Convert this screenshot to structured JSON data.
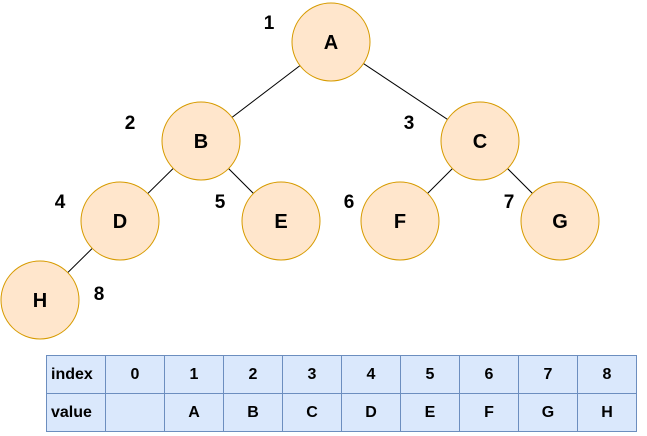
{
  "style": {
    "node_fill": "#ffe6cc",
    "node_stroke": "#d79b00",
    "table_fill": "#dae8fc",
    "table_stroke": "#6c8ebf"
  },
  "tree": {
    "nodes": [
      {
        "id": "A",
        "label": "A",
        "index": "1"
      },
      {
        "id": "B",
        "label": "B",
        "index": "2"
      },
      {
        "id": "C",
        "label": "C",
        "index": "3"
      },
      {
        "id": "D",
        "label": "D",
        "index": "4"
      },
      {
        "id": "E",
        "label": "E",
        "index": "5"
      },
      {
        "id": "F",
        "label": "F",
        "index": "6"
      },
      {
        "id": "G",
        "label": "G",
        "index": "7"
      },
      {
        "id": "H",
        "label": "H",
        "index": "8"
      }
    ],
    "edges": [
      {
        "from": "A",
        "to": "B"
      },
      {
        "from": "A",
        "to": "C"
      },
      {
        "from": "B",
        "to": "D"
      },
      {
        "from": "B",
        "to": "E"
      },
      {
        "from": "C",
        "to": "F"
      },
      {
        "from": "C",
        "to": "G"
      },
      {
        "from": "D",
        "to": "H"
      }
    ]
  },
  "table": {
    "index_header": "index",
    "value_header": "value",
    "indices": [
      "0",
      "1",
      "2",
      "3",
      "4",
      "5",
      "6",
      "7",
      "8"
    ],
    "values": [
      "",
      "A",
      "B",
      "C",
      "D",
      "E",
      "F",
      "G",
      "H"
    ]
  }
}
